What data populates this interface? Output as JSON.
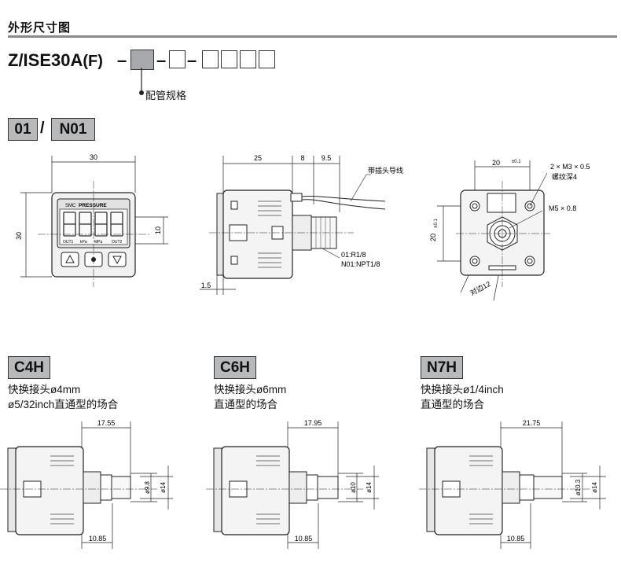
{
  "section_title": "外形尺寸图",
  "model": {
    "prefix": "Z/ISE30A",
    "option": "(F)",
    "dash": "–",
    "callout": "配管规格"
  },
  "port_tags": [
    "01",
    "N01"
  ],
  "port_slash": "/",
  "front_view": {
    "width_dim": "30",
    "height_dim": "30",
    "display_dim": "10",
    "brand": "SMC",
    "display_label": "PRESSURE",
    "units": [
      "OUT1",
      "kPa",
      "MPa",
      "OUT2"
    ],
    "buttons": [
      "up",
      "set",
      "down"
    ]
  },
  "side_view": {
    "dims": [
      "25",
      "8",
      "9.5",
      "1.5"
    ],
    "lead_label": "带插头导线",
    "thread_labels": [
      "01:R1/8",
      "N01:NPT1/8"
    ]
  },
  "rear_view": {
    "w_dim": "20",
    "w_tol": "±0.1",
    "h_dim": "20",
    "h_tol": "±0.1",
    "screw_label": "2 × M3 × 0.5",
    "screw_depth": "螺纹深4",
    "port_label": "M5 × 0.8",
    "hex_label": "对边12"
  },
  "fittings": [
    {
      "tag": "C4H",
      "line1": "快换接头ø4mm",
      "line2": "ø5/32inch直通型的场合",
      "top_dim": "17.55",
      "inner_dim": "ø9.8",
      "outer_dim": "ø14",
      "bottom_dim": "10.85"
    },
    {
      "tag": "C6H",
      "line1": "快换接头ø6mm",
      "line2": "直通型的场合",
      "top_dim": "17.95",
      "inner_dim": "ø10",
      "outer_dim": "ø14",
      "bottom_dim": "10.85"
    },
    {
      "tag": "N7H",
      "line1": "快换接头ø1/4inch",
      "line2": "直通型的场合",
      "top_dim": "21.75",
      "inner_dim": "ø10.3",
      "outer_dim": "ø14",
      "bottom_dim": "10.85"
    }
  ]
}
